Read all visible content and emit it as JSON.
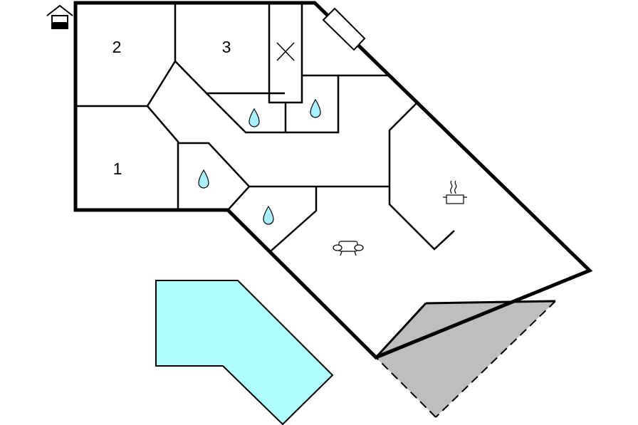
{
  "rooms": [
    {
      "id": "bedroom-1",
      "label": "1"
    },
    {
      "id": "bedroom-2",
      "label": "2"
    },
    {
      "id": "bedroom-3",
      "label": "3"
    }
  ],
  "colors": {
    "pool": "#b0ffff",
    "terrace": "#bebebe",
    "wall": "#000000",
    "water_drop": "#a8f0ff"
  },
  "icons": {
    "entrance": "house-entrance-icon",
    "bathroom": "water-drop-icon",
    "kitchen": "cooking-pot-icon",
    "living": "sofa-icon",
    "fireplace": "chimney-x-icon"
  }
}
